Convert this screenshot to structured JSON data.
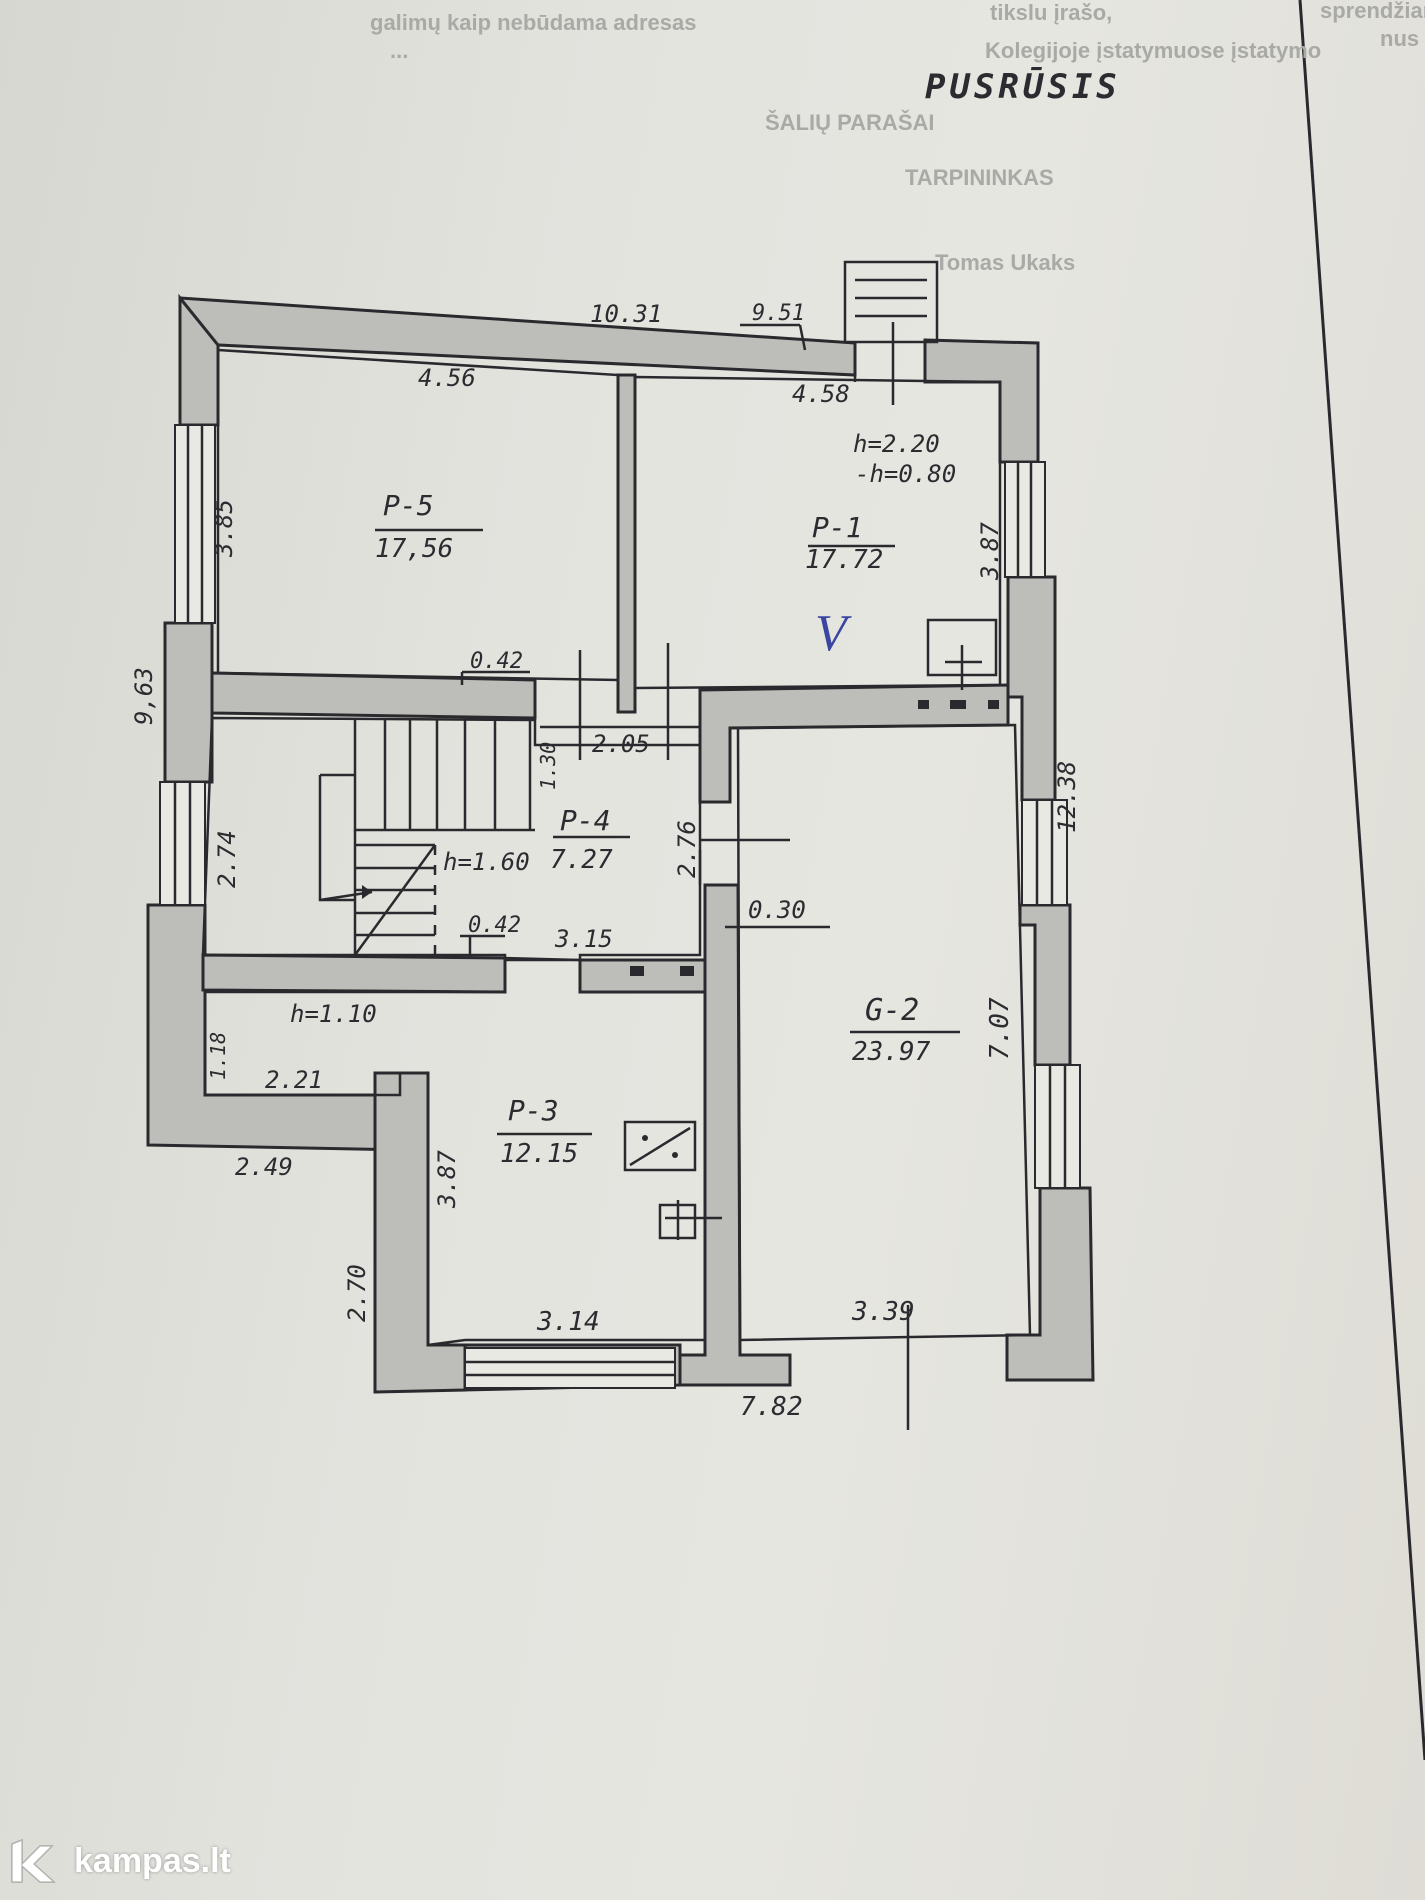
{
  "title": "PUSRŪSIS",
  "faint_text": {
    "top_left_1": "galimų kaip nebūdama adresas",
    "top_left_2": "...",
    "top_right_1": "tikslu įrašo,",
    "top_right_2": "Kolegijoje įstatymuose įstatymo",
    "cut_right_1": "sprendžiar",
    "cut_right_2": "nus",
    "signatures": "ŠALIŲ PARAŠAI",
    "intermediary": "TARPININKAS",
    "signed": "Tomas Ukaks"
  },
  "rooms": [
    {
      "id": "P-5",
      "area": "17,56"
    },
    {
      "id": "P-1",
      "area": "17.72"
    },
    {
      "id": "P-4",
      "area": "7.27"
    },
    {
      "id": "P-3",
      "area": "12.15"
    },
    {
      "id": "G-2",
      "area": "23.97"
    }
  ],
  "heights": {
    "p1_h": "h=2.20",
    "p1_minus_h": "-h=0.80",
    "p4_h": "h=1.60",
    "p3_h": "h=1.10"
  },
  "dimensions": {
    "top_total": "10.31",
    "top_right": "9.51",
    "p5_top": "4.56",
    "p1_top": "4.58",
    "p5_side": "3.85",
    "p1_side": "3.87",
    "left_total": "9,63",
    "right_total": "12.38",
    "wall_042_upper": "0.42",
    "wall_042_lower": "0.42",
    "p4_width": "2.05",
    "stair_130": "1.30",
    "p4_left": "2.74",
    "p4_right": "2.76",
    "p4_bottom": "3.15",
    "wall_030": "0.30",
    "g2_side": "7.07",
    "p3_left_small": "1.18",
    "p3_ledge": "2.21",
    "p3_outer": "2.49",
    "p3_side": "3.87",
    "p3_lower_left": "2.70",
    "p3_bottom": "3.14",
    "g2_bottom": "3.39",
    "bottom_total": "7.82"
  },
  "annotation_mark": "V",
  "watermark": "kampas.lt"
}
